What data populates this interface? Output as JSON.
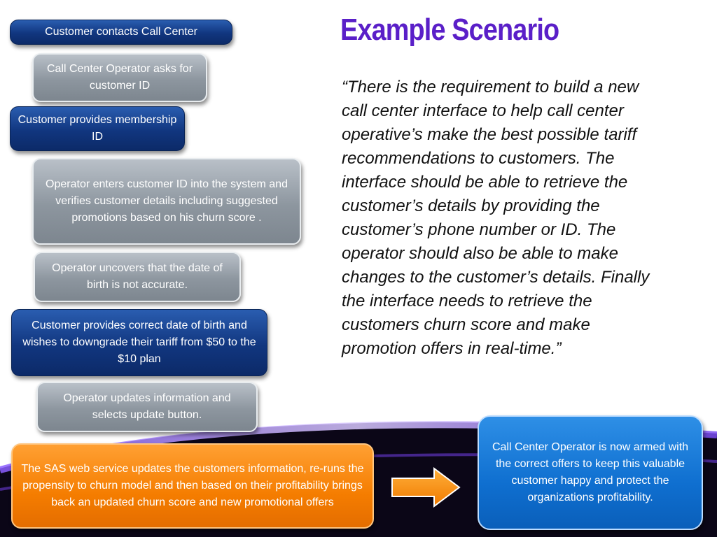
{
  "title": "Example Scenario",
  "quote": "“There is the requirement to build a new call center interface to help call center operative’s make the best possible tariff recommendations to customers. The interface should be able to retrieve the customer’s details by providing the customer’s phone number or ID. The operator should also be able to make changes to the customer’s details. Finally the interface needs to retrieve the customers churn score and make promotion offers in real-time.”",
  "steps": [
    "Customer contacts Call Center",
    "Call Center Operator asks for customer ID",
    "Customer provides membership ID",
    "Operator enters customer ID into the system and verifies customer details including suggested promotions based on his churn score .",
    "Operator uncovers that the date of birth is not accurate.",
    "Customer provides correct date of birth and wishes to downgrade their tariff from $50 to the $10 plan",
    "Operator updates information and selects update button."
  ],
  "sas_box": "The SAS web service updates the customers information, re-runs the propensity to churn model and then based on their profitability brings back an updated churn score and new promotional offers",
  "result_box": "Call Center Operator is now armed with the correct offers to keep this valuable customer happy and protect the organizations profitability.",
  "colors": {
    "title": "#5a1fc8",
    "customer_box": "#11367f",
    "operator_box": "#8d969f",
    "sas_box": "#f57d00",
    "result_box": "#0f6fd0"
  }
}
